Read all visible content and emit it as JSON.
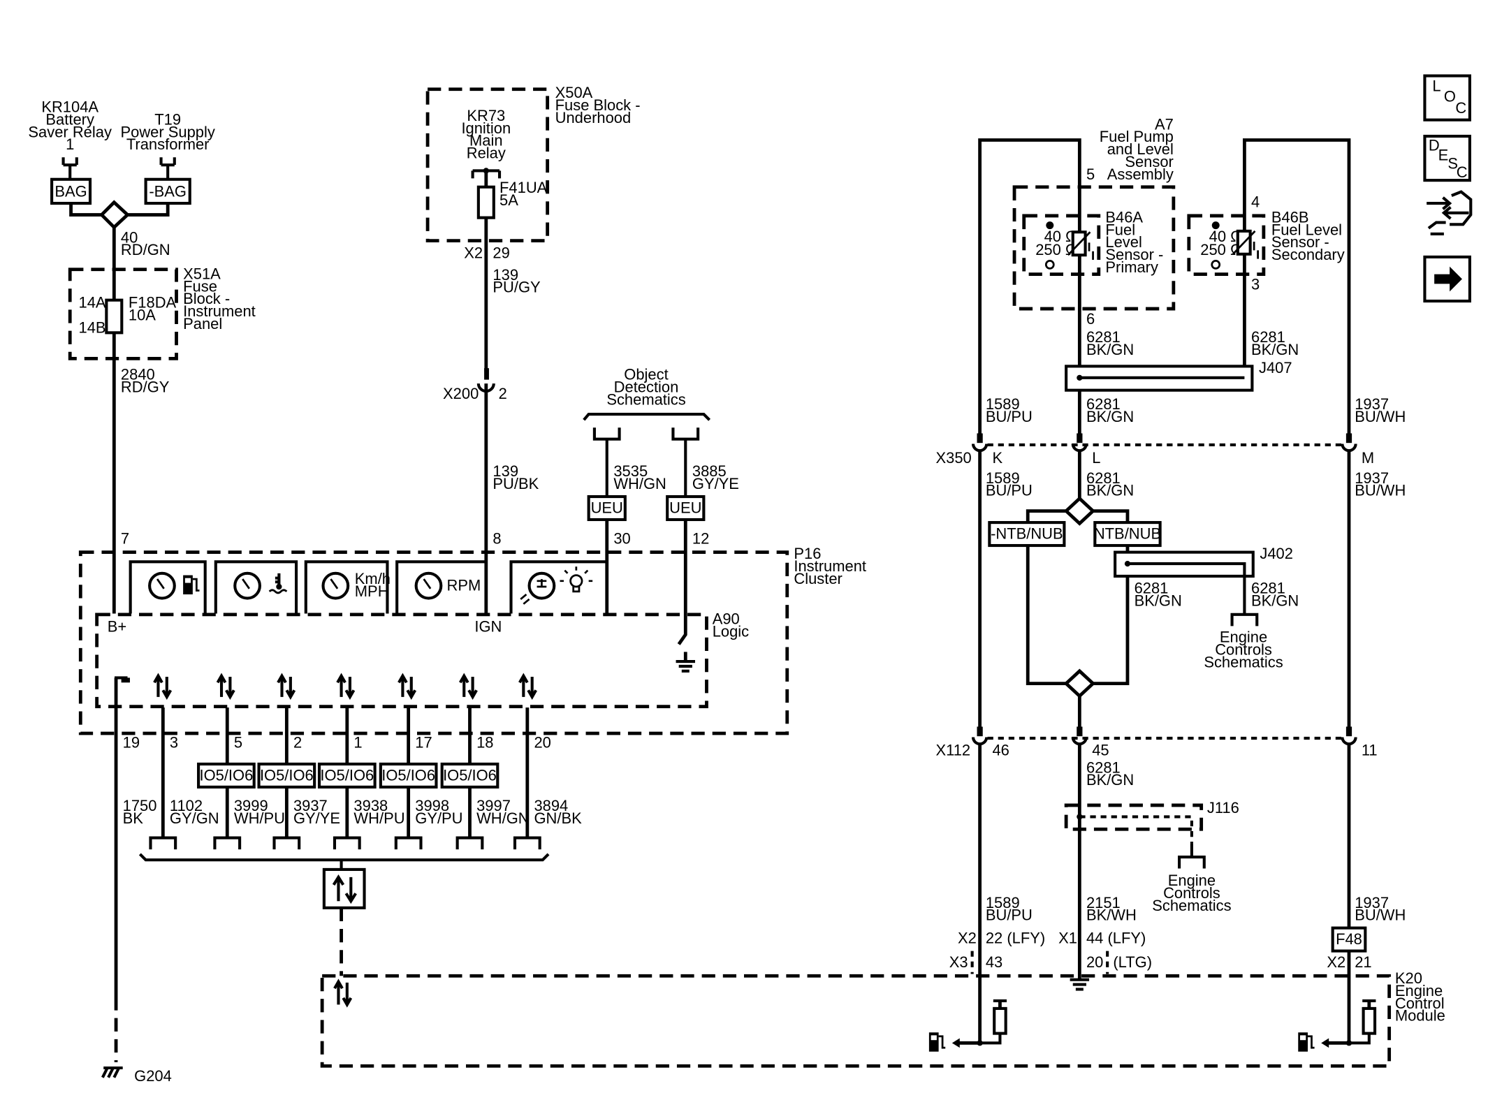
{
  "components": {
    "kr104a": {
      "id": "KR104A",
      "name1": "Battery",
      "name2": "Saver Relay",
      "pin": "1"
    },
    "t19": {
      "id": "T19",
      "name1": "Power Supply",
      "name2": "Transformer"
    },
    "bag": "BAG",
    "neg_bag": "-BAG",
    "splice_left": {
      "circuit": "40",
      "color": "RD/GN"
    },
    "x51a": {
      "id": "X51A",
      "l1": "Fuse",
      "l2": "Block -",
      "l3": "Instrument",
      "l4": "Panel",
      "pin_a": "14A",
      "pin_b": "14B",
      "fuse": "F18DA",
      "rating": "10A"
    },
    "left_wire2": {
      "circuit": "2840",
      "color": "RD/GY"
    },
    "x50a": {
      "id": "X50A",
      "l1": "Fuse Block -",
      "l2": "Underhood",
      "conn": "X2",
      "pin": "29"
    },
    "kr73": {
      "id": "KR73",
      "l1": "Ignition",
      "l2": "Main",
      "l3": "Relay"
    },
    "f41ua": {
      "id": "F41UA",
      "rating": "5A"
    },
    "ign_wire1": {
      "circuit": "139",
      "color": "PU/GY"
    },
    "x200": {
      "id": "X200",
      "pin": "2"
    },
    "ign_wire2": {
      "circuit": "139",
      "color": "PU/BK"
    },
    "obj_det": {
      "l1": "Object",
      "l2": "Detection",
      "l3": "Schematics"
    },
    "ueu_a": {
      "label": "UEU",
      "circuit": "3535",
      "color": "WH/GN",
      "pin": "30"
    },
    "ueu_b": {
      "label": "UEU",
      "circuit": "3885",
      "color": "GY/YE",
      "pin": "12"
    },
    "p16": {
      "id": "P16",
      "l1": "Instrument",
      "l2": "Cluster",
      "pin_bplus": "7",
      "pin_ign": "8"
    },
    "gauges": {
      "speed1": "Km/h",
      "speed2": "MPH",
      "rpm": "RPM"
    },
    "a90": {
      "id": "A90",
      "name": "Logic",
      "bplus": "B+",
      "ign": "IGN"
    },
    "bottom_pins": [
      "19",
      "3",
      "5",
      "2",
      "1",
      "17",
      "18",
      "20"
    ],
    "io_label": "IO5/IO6",
    "bottom_wires": [
      {
        "circuit": "1750",
        "color": "BK"
      },
      {
        "circuit": "1102",
        "color": "GY/GN"
      },
      {
        "circuit": "3999",
        "color": "WH/PU"
      },
      {
        "circuit": "3937",
        "color": "GY/YE"
      },
      {
        "circuit": "3938",
        "color": "WH/PU"
      },
      {
        "circuit": "3998",
        "color": "GY/PU"
      },
      {
        "circuit": "3997",
        "color": "WH/GN"
      },
      {
        "circuit": "3894",
        "color": "GN/BK"
      }
    ],
    "g204": "G204",
    "a7": {
      "id": "A7",
      "l1": "Fuel Pump",
      "l2": "and Level",
      "l3": "Sensor",
      "l4": "Assembly",
      "pin5": "5",
      "pin4": "4",
      "pin6": "6",
      "pin3": "3"
    },
    "b46a": {
      "id": "B46A",
      "l1": "Fuel",
      "l2": "Level",
      "l3": "Sensor -",
      "l4": "Primary",
      "r1": "40 Ω",
      "r2": "250 Ω"
    },
    "b46b": {
      "id": "B46B",
      "l1": "Fuel Level",
      "l2": "Sensor -",
      "l3": "Secondary",
      "r1": "40 Ω",
      "r2": "250 Ω"
    },
    "w6281": {
      "circuit": "6281",
      "color": "BK/GN"
    },
    "j407": "J407",
    "w1589": {
      "circuit": "1589",
      "color": "BU/PU"
    },
    "w1937": {
      "circuit": "1937",
      "color": "BU/WH"
    },
    "x350": {
      "id": "X350",
      "pin_k": "K",
      "pin_l": "L",
      "pin_m": "M"
    },
    "ntb_neg": "-NTB/NUB",
    "ntb": "NTB/NUB",
    "j402": "J402",
    "eng_ctrl": {
      "l1": "Engine",
      "l2": "Controls",
      "l3": "Schematics"
    },
    "x112": {
      "id": "X112",
      "pin_a": "46",
      "pin_b": "45",
      "pin_c": "11"
    },
    "j116": "J116",
    "w2151": {
      "circuit": "2151",
      "color": "BK/WH"
    },
    "f48": "F48",
    "k20_conn": {
      "x2a": "X2",
      "p22": "22 (LFY)",
      "x1": "X1",
      "p44": "44 (LFY)",
      "x3": "X3",
      "p43": "43",
      "p20": "20",
      "ltg": "(LTG)",
      "x2b": "X2",
      "p21": "21"
    },
    "k20": {
      "id": "K20",
      "l1": "Engine",
      "l2": "Control",
      "l3": "Module"
    }
  },
  "nav": {
    "loc": {
      "l": "L",
      "o": "O",
      "c": "C"
    },
    "desc": {
      "d": "D",
      "e": "E",
      "s": "S",
      "c": "C"
    }
  }
}
